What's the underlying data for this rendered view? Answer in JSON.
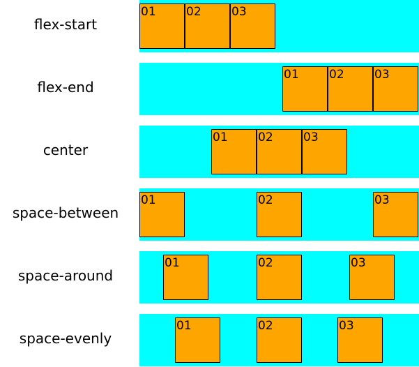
{
  "colors": {
    "container": "#00ffff",
    "item": "#ffa500",
    "item_border": "#000000"
  },
  "rows": [
    {
      "label": "flex-start",
      "items": [
        "01",
        "02",
        "03"
      ]
    },
    {
      "label": "flex-end",
      "items": [
        "01",
        "02",
        "03"
      ]
    },
    {
      "label": "center",
      "items": [
        "01",
        "02",
        "03"
      ]
    },
    {
      "label": "space-between",
      "items": [
        "01",
        "02",
        "03"
      ]
    },
    {
      "label": "space-around",
      "items": [
        "01",
        "02",
        "03"
      ]
    },
    {
      "label": "space-evenly",
      "items": [
        "01",
        "02",
        "03"
      ]
    }
  ]
}
